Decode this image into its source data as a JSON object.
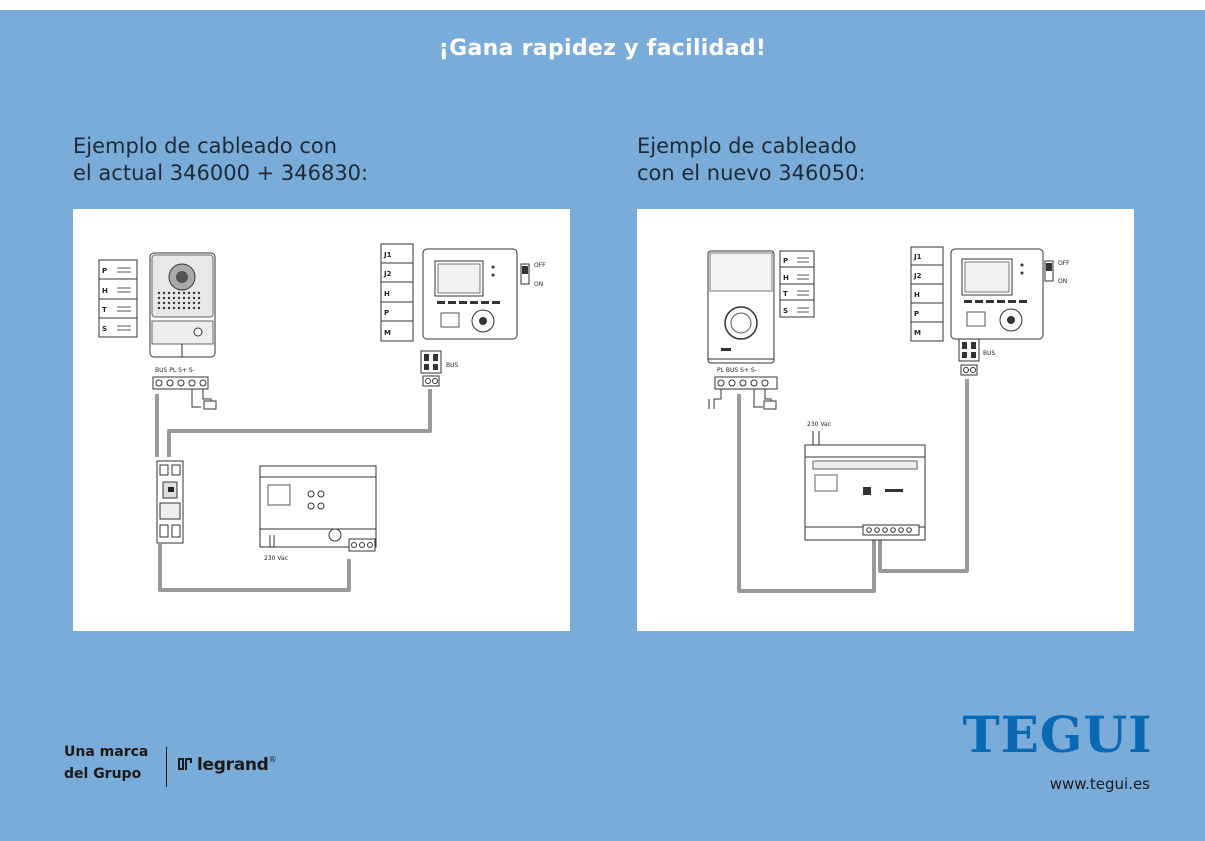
{
  "header": {
    "title": "¡Gana rapidez y facilidad!"
  },
  "examples": [
    {
      "caption_line1": "Ejemplo de cableado con",
      "caption_line2": "el actual 346000 + 346830:",
      "labels": {
        "keys": [
          "P",
          "H",
          "T",
          "S"
        ],
        "monitor_keys": [
          "J1",
          "J2",
          "H",
          "P",
          "M"
        ],
        "off": "OFF",
        "on": "ON",
        "terminals": "BUS PL S+ S-",
        "bus": "BUS",
        "voltage": "230 Vac"
      }
    },
    {
      "caption_line1": "Ejemplo de cableado",
      "caption_line2": "con el nuevo 346050:",
      "labels": {
        "keys": [
          "P",
          "H",
          "T",
          "S"
        ],
        "monitor_keys": [
          "J1",
          "J2",
          "H",
          "P",
          "M"
        ],
        "off": "OFF",
        "on": "ON",
        "terminals": "PL BUS S+ S-",
        "bus": "BUS",
        "voltage": "230 Vac"
      }
    }
  ],
  "footer": {
    "marca_line1": "Una marca",
    "marca_line2": "del Grupo",
    "legrand": "legrand",
    "registered": "®",
    "tegui": "TEGUI",
    "url": "www.tegui.es"
  },
  "colors": {
    "background": "#7aacd9",
    "title": "#ffffff",
    "brand_blue": "#0a69b3",
    "wire": "#9a9a9a"
  }
}
